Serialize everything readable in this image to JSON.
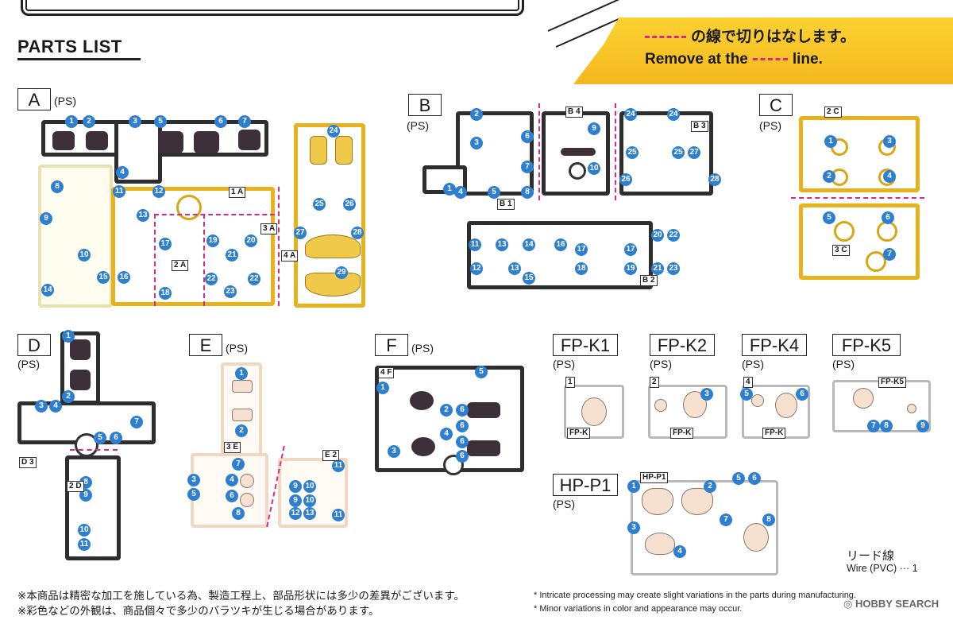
{
  "header": {
    "title": "PARTS LIST",
    "banner_jp": "の線で切りはなします。",
    "banner_en_before": "Remove at the",
    "banner_en_after": "line."
  },
  "colors": {
    "cut_line": "#d62a8a",
    "banner": "#f4b820",
    "number_badge": "#2f7fd0",
    "dark_runner": "#2e2e2e",
    "yellow_runner": "#e8b21c"
  },
  "runners": [
    {
      "id": "A",
      "label": "A",
      "material": "(PS)"
    },
    {
      "id": "B",
      "label": "B",
      "material": "(PS)"
    },
    {
      "id": "C",
      "label": "C",
      "material": "(PS)"
    },
    {
      "id": "D",
      "label": "D",
      "material": "(PS)"
    },
    {
      "id": "E",
      "label": "E",
      "material": "(PS)"
    },
    {
      "id": "F",
      "label": "F",
      "material": "(PS)"
    },
    {
      "id": "FPK1",
      "label": "FP-K1",
      "material": "(PS)"
    },
    {
      "id": "FPK2",
      "label": "FP-K2",
      "material": "(PS)"
    },
    {
      "id": "FPK4",
      "label": "FP-K4",
      "material": "(PS)"
    },
    {
      "id": "FPK5",
      "label": "FP-K5",
      "material": "(PS)"
    },
    {
      "id": "HPP1",
      "label": "HP-P1",
      "material": "(PS)"
    }
  ],
  "runner_tags": {
    "a1": "1 A",
    "a2": "2 A",
    "a3": "3 A",
    "a4": "4 A",
    "b1": "B 1",
    "b2": "B 2",
    "b3": "B 3",
    "b4": "B 4",
    "c2": "2 C",
    "c3": "3 C",
    "d3": "D 3",
    "d2": "2 D",
    "e3": "3 E",
    "e2": "E 2",
    "f4": "4 F",
    "k1": "1",
    "k2": "2",
    "k4": "4",
    "fpk": "FP-K",
    "fpk5": "FP-K5",
    "hpp1": "HP-P1"
  },
  "wire": {
    "jp": "リード線",
    "en": "Wire (PVC) ··· 1"
  },
  "notes_jp": [
    "※本商品は精密な加工を施している為、製造工程上、部品形状には多少の差異がございます。",
    "※彩色などの外観は、商品個々で多少のバラツキが生じる場合があります。"
  ],
  "notes_en": [
    "* Intricate processing may create slight variations in the parts during manufacturing.",
    "* Minor variations in color and appearance may occur."
  ],
  "watermark": {
    "brand": "HOBBY SEARCH"
  }
}
